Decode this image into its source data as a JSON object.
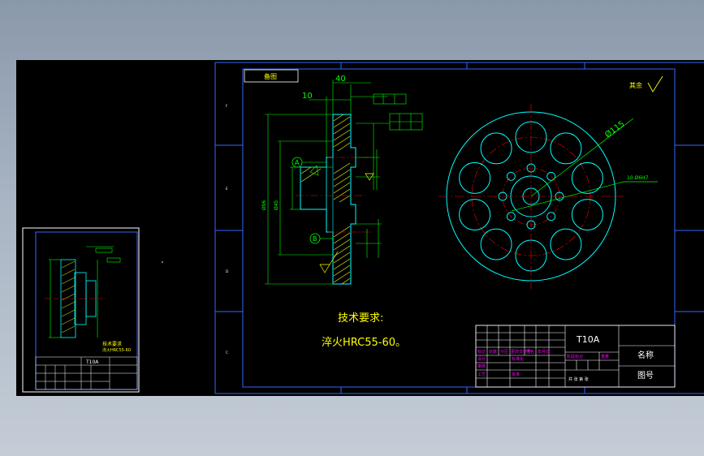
{
  "colors": {
    "background": "#000000",
    "frame": "#3366ff",
    "geometry": "#00ffff",
    "dimension": "#00ff00",
    "center": "#ff0000",
    "hatch": "#ffff00",
    "text": "#ffff00",
    "table_text": "#ff00ff",
    "white": "#ffffff"
  },
  "main_sheet": {
    "corner_label": "备图",
    "roughness_label": "其余",
    "roughness_value": "√",
    "dims": {
      "d40": "40",
      "d10": "10",
      "phi115": "Ø115",
      "hole_callout": "10 Ø6H7",
      "section_height": "Ø96",
      "inner_dia": "Ø45",
      "datum_a": "A",
      "datum_b": "B"
    },
    "tech_title": "技术要求:",
    "tech_note": "淬火HRC55-60。"
  },
  "title_block": {
    "material": "T10A",
    "name_label": "名称",
    "drawing_no_label": "图号",
    "row_labels": [
      "标记",
      "处数",
      "分区",
      "更改文件号",
      "签名",
      "年月日"
    ],
    "design_labels": [
      "设计",
      "标准化",
      "审核",
      "工艺",
      "批准"
    ],
    "stage_label": "阶段标记",
    "weight_label": "重量",
    "scale_label": "比例",
    "sheet_label": "共 张 第 张"
  },
  "thumbnail": {
    "material": "T10A",
    "note_title": "技术要求",
    "note_text": "淬火HRC55-60"
  }
}
